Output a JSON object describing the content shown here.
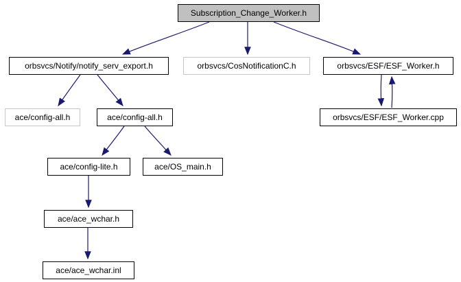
{
  "diagram": {
    "type": "include-dependency-graph",
    "root": "Subscription_Change_Worker.h",
    "colors": {
      "background": "#ffffff",
      "root_fill": "#c0c0c0",
      "node_fill": "#ffffff",
      "node_border": "#000000",
      "truncated_node_border": "#c6c6c6",
      "edge": "#191970",
      "text": "#000000"
    },
    "nodes": [
      {
        "id": "root",
        "label": "Subscription_Change_Worker.h",
        "kind": "root"
      },
      {
        "id": "notify_serv_export",
        "label": "orbsvcs/Notify/notify_serv_export.h",
        "kind": "normal"
      },
      {
        "id": "cos_notification",
        "label": "orbsvcs/CosNotificationC.h",
        "kind": "truncated"
      },
      {
        "id": "esf_worker_h",
        "label": "orbsvcs/ESF/ESF_Worker.h",
        "kind": "normal"
      },
      {
        "id": "config_all_left",
        "label": "ace/config-all.h",
        "kind": "truncated"
      },
      {
        "id": "config_all",
        "label": "ace/config-all.h",
        "kind": "normal"
      },
      {
        "id": "esf_worker_cpp",
        "label": "orbsvcs/ESF/ESF_Worker.cpp",
        "kind": "normal"
      },
      {
        "id": "config_lite",
        "label": "ace/config-lite.h",
        "kind": "normal"
      },
      {
        "id": "os_main",
        "label": "ace/OS_main.h",
        "kind": "normal"
      },
      {
        "id": "ace_wchar_h",
        "label": "ace/ace_wchar.h",
        "kind": "normal"
      },
      {
        "id": "ace_wchar_inl",
        "label": "ace/ace_wchar.inl",
        "kind": "normal"
      }
    ],
    "edges": [
      {
        "from": "Subscription_Change_Worker.h",
        "to": "orbsvcs/Notify/notify_serv_export.h"
      },
      {
        "from": "Subscription_Change_Worker.h",
        "to": "orbsvcs/CosNotificationC.h"
      },
      {
        "from": "Subscription_Change_Worker.h",
        "to": "orbsvcs/ESF/ESF_Worker.h"
      },
      {
        "from": "orbsvcs/Notify/notify_serv_export.h",
        "to": "ace/config-all.h (left)"
      },
      {
        "from": "orbsvcs/Notify/notify_serv_export.h",
        "to": "ace/config-all.h"
      },
      {
        "from": "orbsvcs/ESF/ESF_Worker.h",
        "to": "orbsvcs/ESF/ESF_Worker.cpp"
      },
      {
        "from": "orbsvcs/ESF/ESF_Worker.cpp",
        "to": "orbsvcs/ESF/ESF_Worker.h"
      },
      {
        "from": "ace/config-all.h",
        "to": "ace/config-lite.h"
      },
      {
        "from": "ace/config-all.h",
        "to": "ace/OS_main.h"
      },
      {
        "from": "ace/config-lite.h",
        "to": "ace/ace_wchar.h"
      },
      {
        "from": "ace/ace_wchar.h",
        "to": "ace/ace_wchar.inl"
      }
    ]
  }
}
